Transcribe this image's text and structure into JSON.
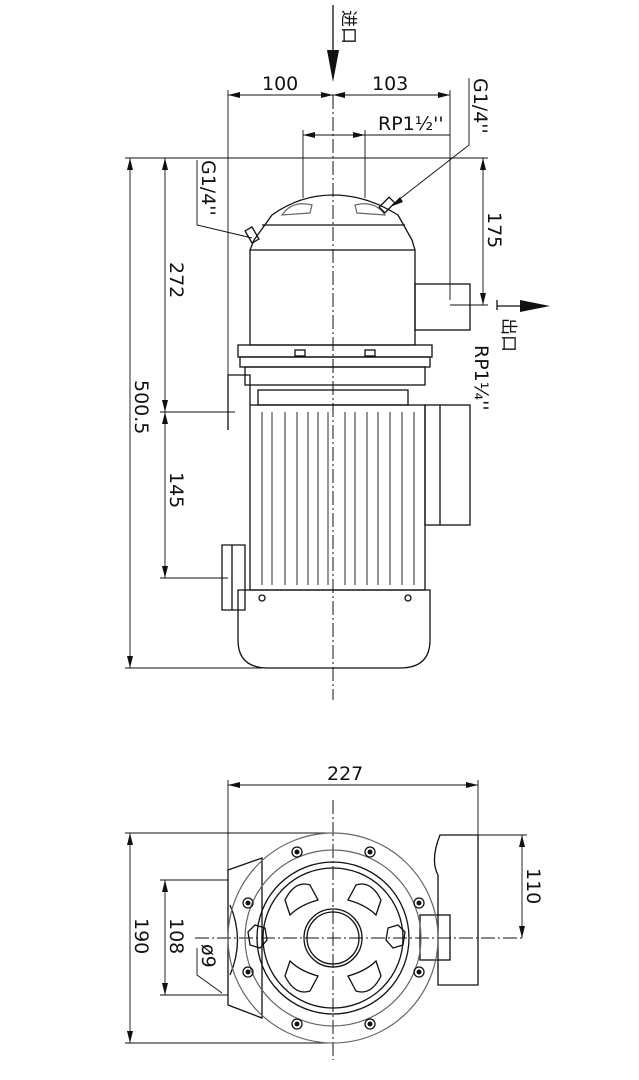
{
  "front_view": {
    "inlet_label": "进口",
    "outlet_label": "出口",
    "dim_left_offset": "100",
    "dim_right_offset": "103",
    "inlet_thread": "RP1½''",
    "outlet_thread": "RP1¼''",
    "gauge_port_right": "G1/4''",
    "gauge_port_left": "G1/4''",
    "dim_total_height": "500.5",
    "dim_upper_height": "272",
    "dim_foot_height": "145",
    "dim_outlet_height": "175"
  },
  "plan_view": {
    "dim_width": "227",
    "dim_depth": "190",
    "dim_mount_spacing": "108",
    "dim_hole": "ø9",
    "dim_outlet_offset": "110"
  }
}
